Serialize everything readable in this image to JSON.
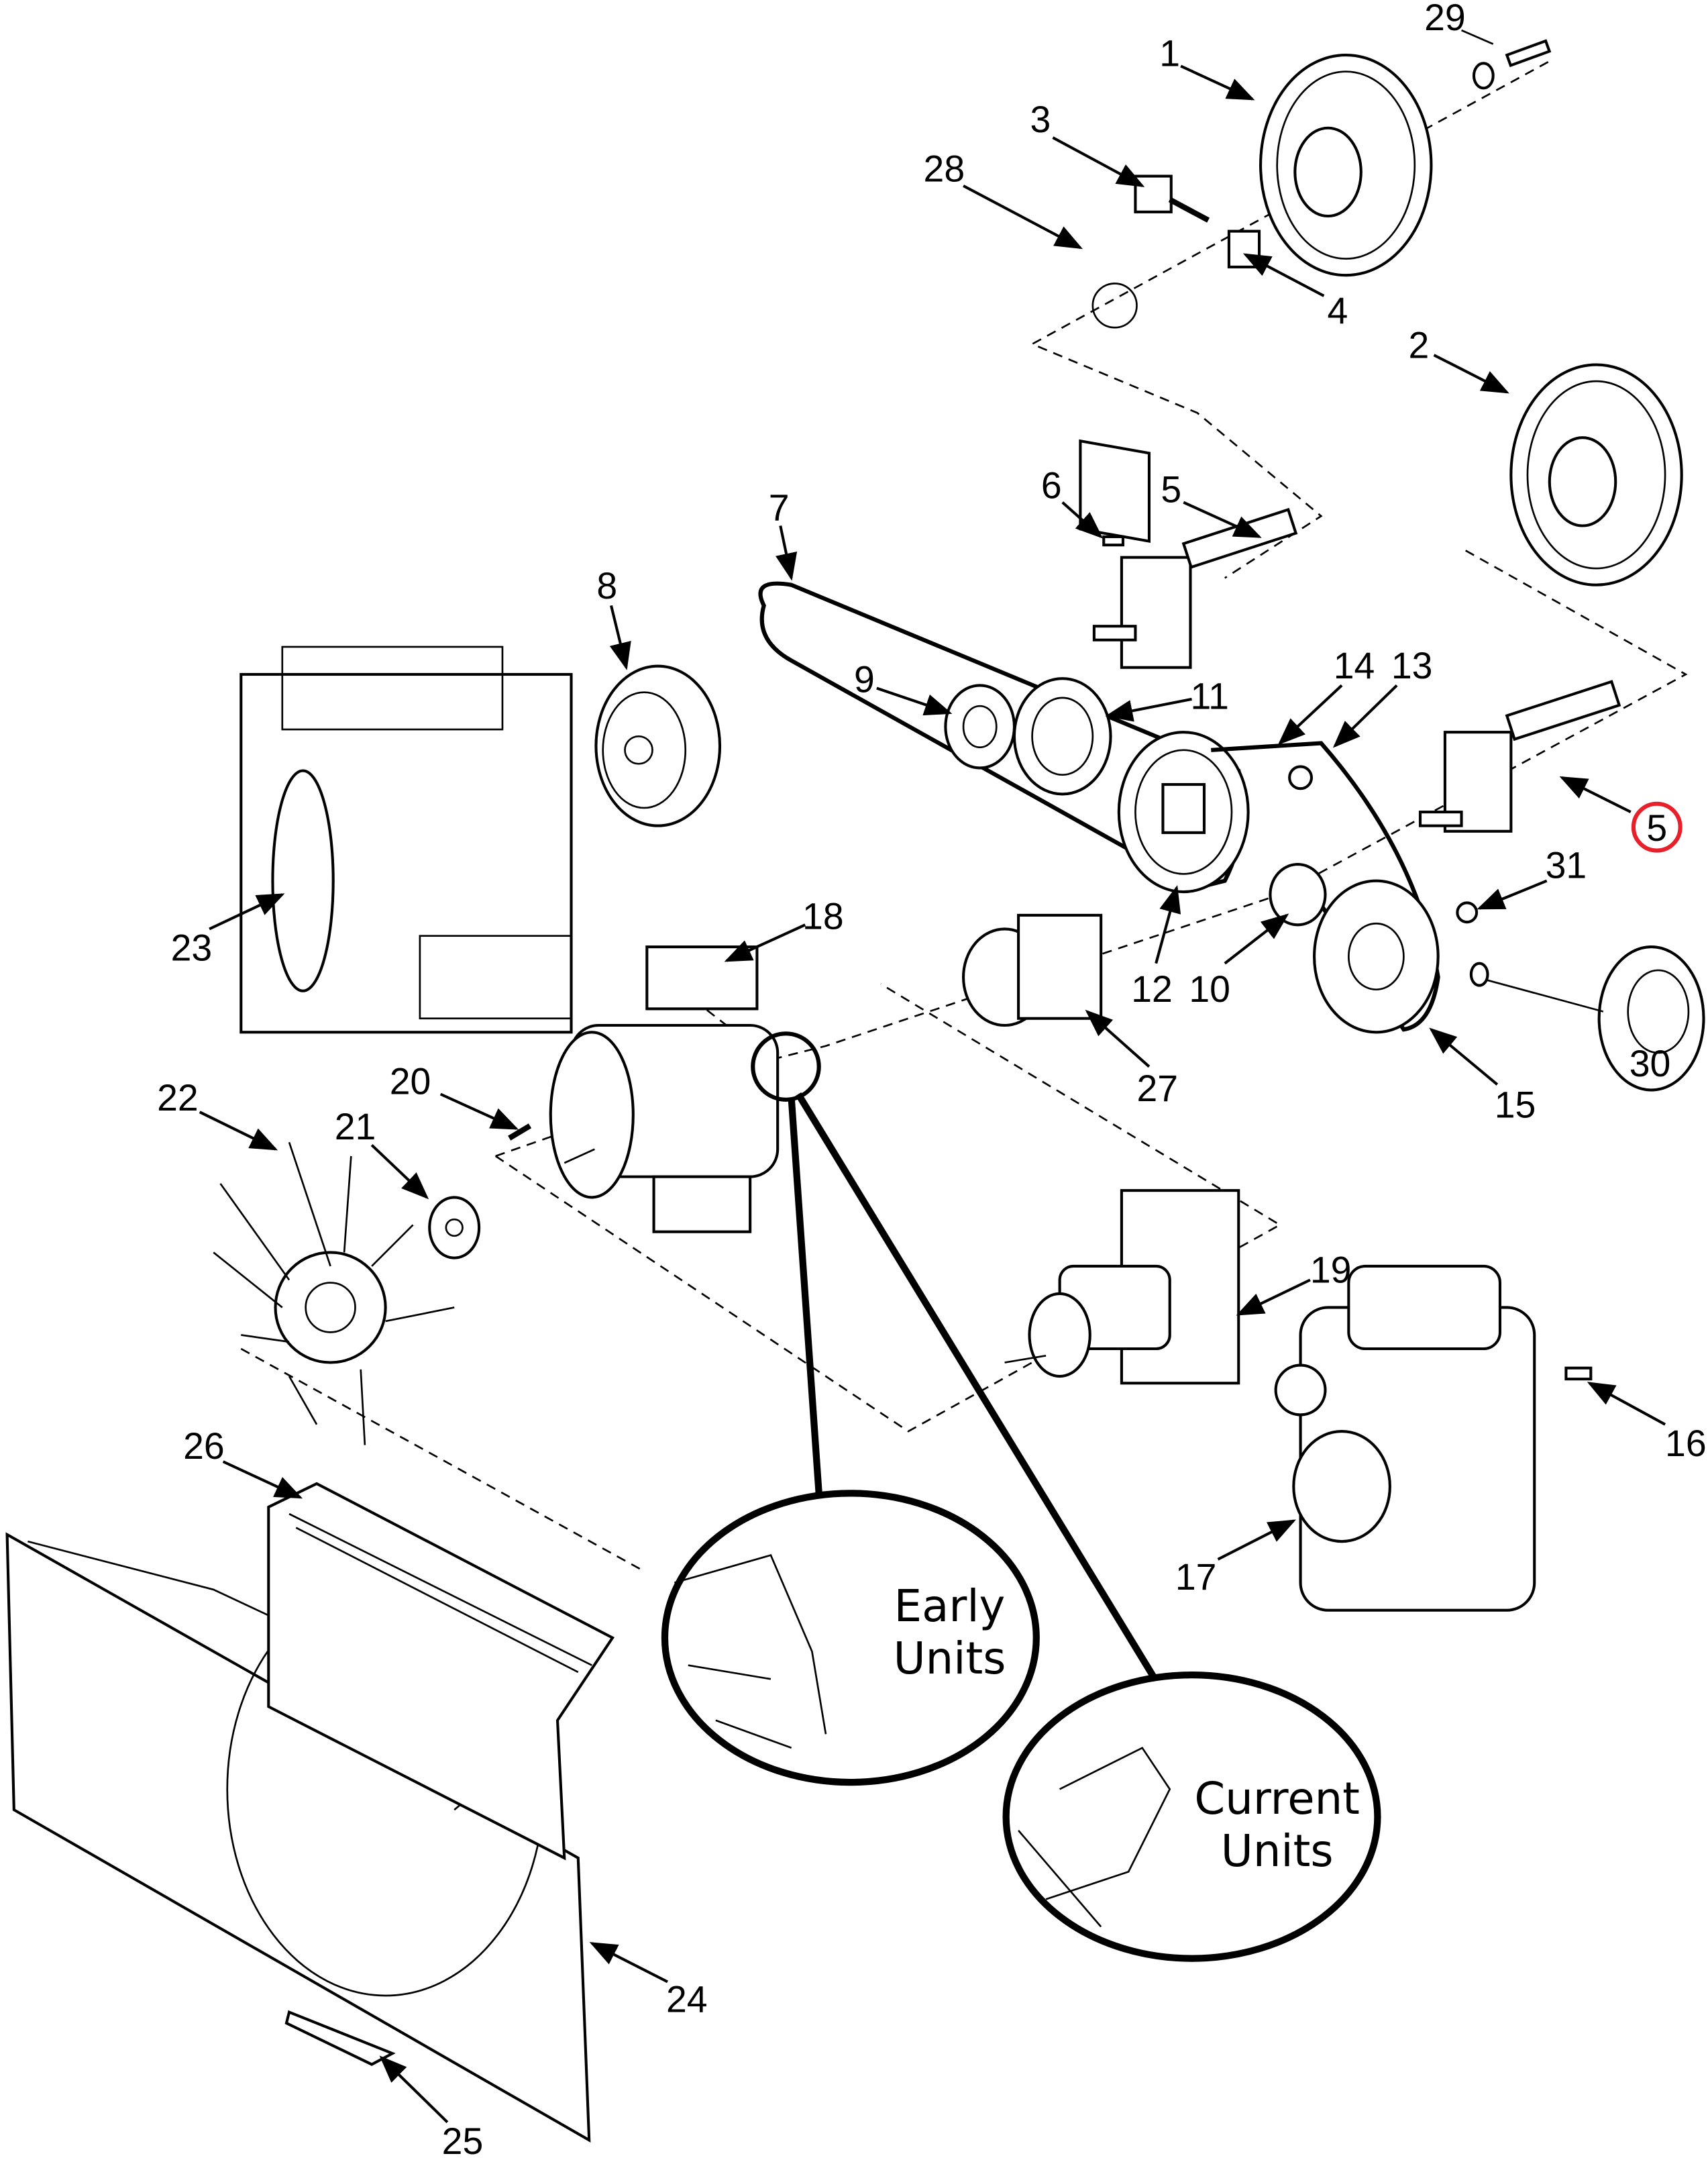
{
  "callouts": [
    "1",
    "29",
    "3",
    "28",
    "4",
    "2",
    "6",
    "5",
    "7",
    "8",
    "9",
    "11",
    "14",
    "13",
    "5",
    "31",
    "23",
    "18",
    "12",
    "10",
    "30",
    "27",
    "15",
    "20",
    "22",
    "21",
    "19",
    "16",
    "17",
    "26",
    "24",
    "25"
  ],
  "highlight_color": "#e8202a",
  "highlighted_callout": "5",
  "detail_early": {
    "line1": "Early",
    "line2": "Units"
  },
  "detail_current": {
    "line1": "Current",
    "line2": "Units"
  }
}
